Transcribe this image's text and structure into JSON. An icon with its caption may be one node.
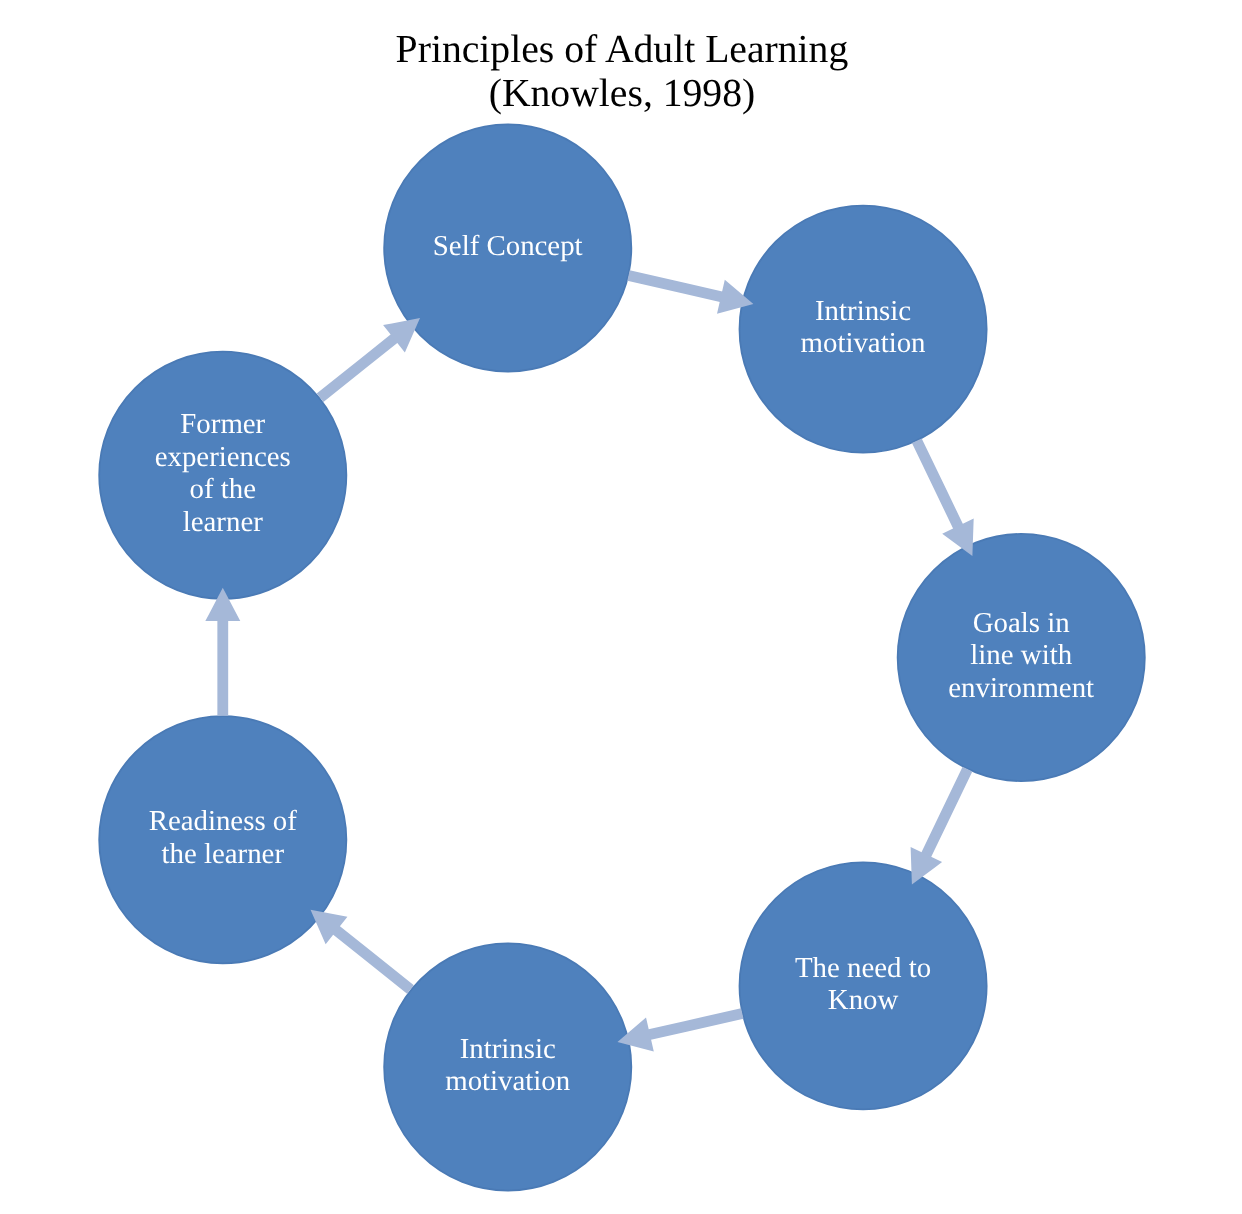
{
  "diagram": {
    "title": "Principles of Adult Learning (Knowles, 1998)",
    "nodes": [
      {
        "text": [
          "The need to Know"
        ]
      },
      {
        "text": [
          "Intrinsic motivation"
        ]
      },
      {
        "text": [
          "Readiness of the learner"
        ]
      },
      {
        "text": [
          "Former experiences of the learner"
        ]
      },
      {
        "text": [
          "Self Concept"
        ]
      },
      {
        "text": [
          "Intrinsic motivation"
        ]
      },
      {
        "text": [
          "Goals in line with environment"
        ]
      }
    ],
    "edges": [
      {
        "from": 6,
        "to": 0,
        "arrow": "to"
      },
      {
        "from": 0,
        "to": 1,
        "arrow": "to"
      },
      {
        "from": 1,
        "to": 2,
        "arrow": "to"
      },
      {
        "from": 2,
        "to": 3,
        "arrow": "to"
      },
      {
        "from": 3,
        "to": 4,
        "arrow": "to"
      },
      {
        "from": 4,
        "to": 5,
        "arrow": "to"
      },
      {
        "from": 5,
        "to": 6,
        "arrow": "to"
      }
    ]
  }
}
